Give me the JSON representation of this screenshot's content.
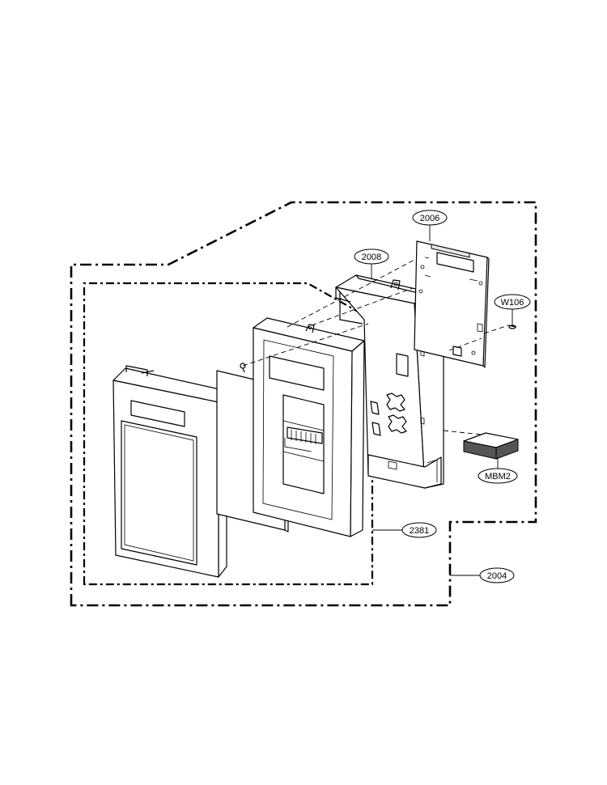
{
  "callouts": {
    "c2006": "2006",
    "c2008": "2008",
    "w106": "W106",
    "mbm2": "MBM2",
    "c2381": "2381",
    "c2004": "2004"
  }
}
